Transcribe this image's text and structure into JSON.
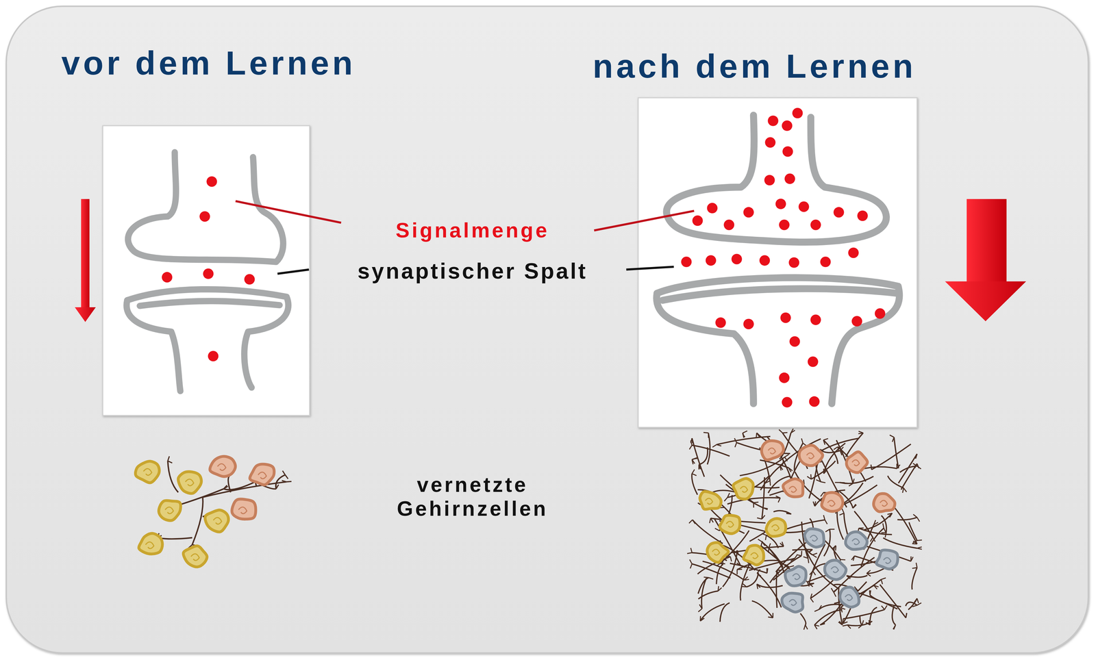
{
  "diagram": {
    "labels": [
      "vor dem Lernen",
      "nach dem Lernen",
      "Signalmenge",
      "synaptischer Spalt",
      "vernetzte Gehirnzellen"
    ]
  }
}
